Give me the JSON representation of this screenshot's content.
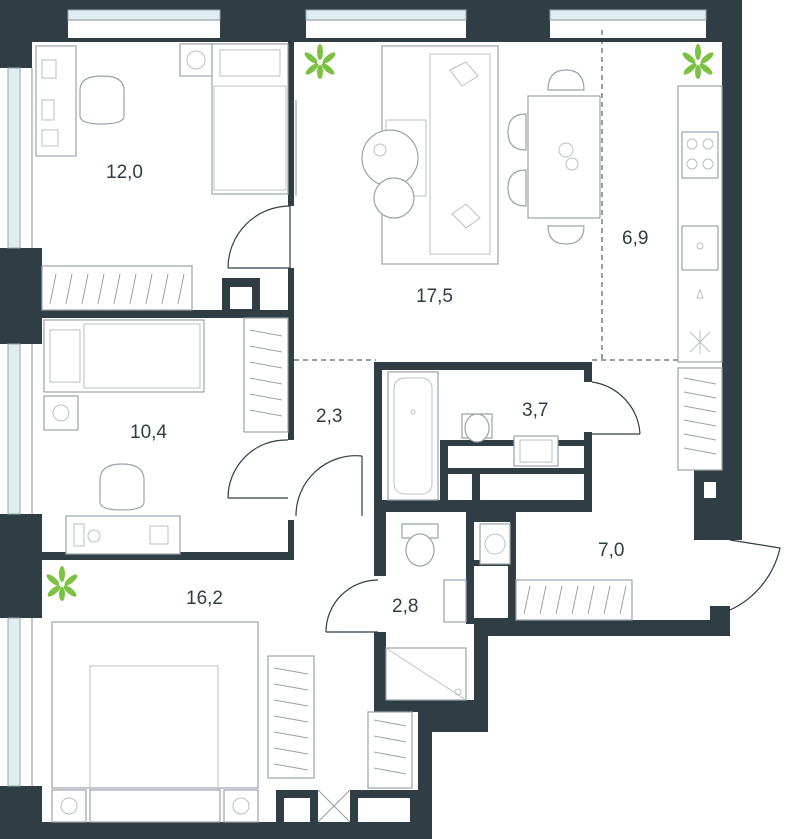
{
  "rooms": [
    {
      "id": "bedroom-1",
      "area": "12,0"
    },
    {
      "id": "living-room",
      "area": "17,5"
    },
    {
      "id": "kitchen",
      "area": "6,9"
    },
    {
      "id": "bedroom-2",
      "area": "10,4"
    },
    {
      "id": "hallway",
      "area": "2,3"
    },
    {
      "id": "bathroom",
      "area": "3,7"
    },
    {
      "id": "entrance-hall",
      "area": "7,0"
    },
    {
      "id": "master-bedroom",
      "area": "16,2"
    },
    {
      "id": "shower-room",
      "area": "2,8"
    }
  ],
  "colors": {
    "wall": "#2f3e44",
    "furniture_stroke": "#9aa4a8",
    "plant": "#7cc242",
    "window_glass": "#dfeef3"
  },
  "icons": [
    "plant-icon",
    "bathtub-icon",
    "toilet-icon",
    "sink-icon",
    "stove-icon",
    "shower-icon",
    "bed-icon",
    "sofa-icon",
    "table-icon",
    "chair-icon",
    "wardrobe-icon",
    "desk-icon"
  ]
}
